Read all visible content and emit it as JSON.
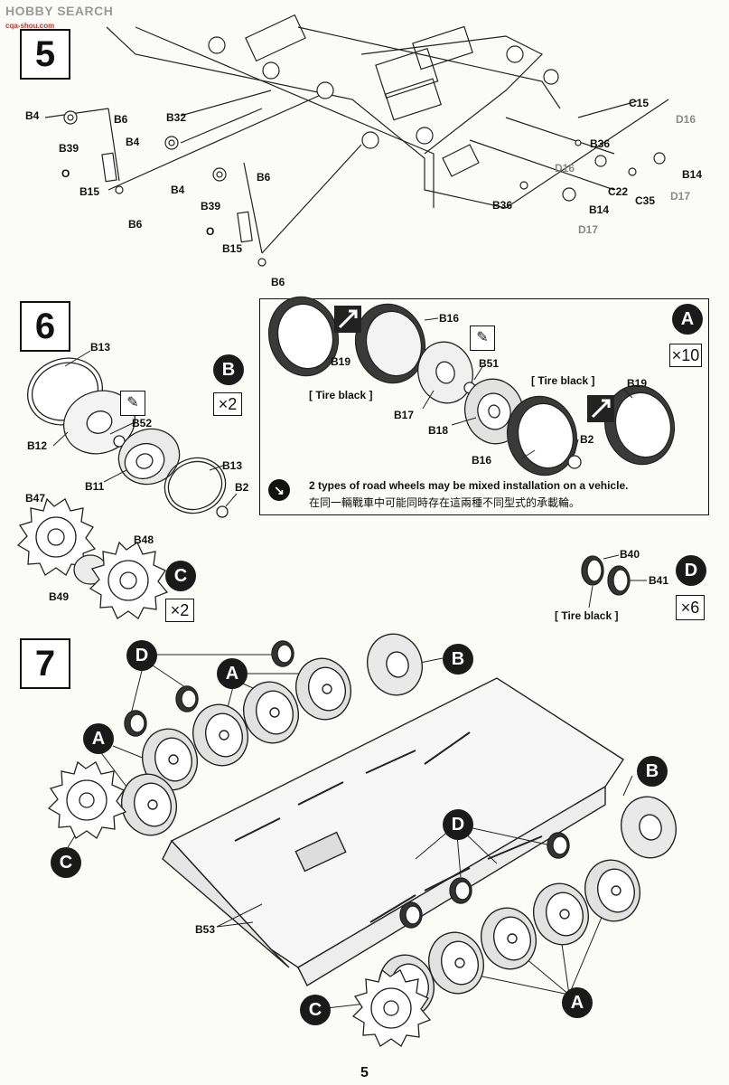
{
  "header": {
    "watermark": "HOBBY SEARCH",
    "watermark_sub": "cqa-shou.com"
  },
  "steps": [
    {
      "number": "5"
    },
    {
      "number": "6"
    },
    {
      "number": "7"
    }
  ],
  "step5_labels": [
    "B4",
    "B6",
    "B32",
    "B39",
    "O",
    "B15",
    "B6",
    "B4",
    "B4",
    "B6",
    "B39",
    "O",
    "B15",
    "B6",
    "C15",
    "D16",
    "B36",
    "D16",
    "B14",
    "C22",
    "C35",
    "D17",
    "B36",
    "B14",
    "D17"
  ],
  "step6_labels": [
    "B13",
    "B52",
    "B12",
    "B11",
    "B13",
    "B2",
    "B47",
    "B48",
    "B49"
  ],
  "panel_a": {
    "badge": "A",
    "multiplier": "×10",
    "labels": [
      "B16",
      "B19",
      "B51",
      "B17",
      "B18",
      "B19",
      "B16",
      "B2"
    ],
    "tire_black_1": "[ Tire black ]",
    "tire_black_2": "[ Tire black ]",
    "note_en": "2 types of road wheels may be mixed installation on a vehicle.",
    "note_zh": "在同一輛戰車中可能同時存在這兩種不同型式的承載輪。"
  },
  "panel_b": {
    "badge": "B",
    "multiplier": "×2"
  },
  "panel_c": {
    "badge": "C",
    "multiplier": "×2"
  },
  "panel_d": {
    "badge": "D",
    "multiplier": "×6",
    "labels": [
      "B40",
      "B41"
    ],
    "tire_black": "[ Tire black ]"
  },
  "step7": {
    "badges": [
      "D",
      "A",
      "B",
      "A",
      "C",
      "B",
      "D",
      "C",
      "A"
    ],
    "label_b53": "B53"
  },
  "page_number": "5"
}
